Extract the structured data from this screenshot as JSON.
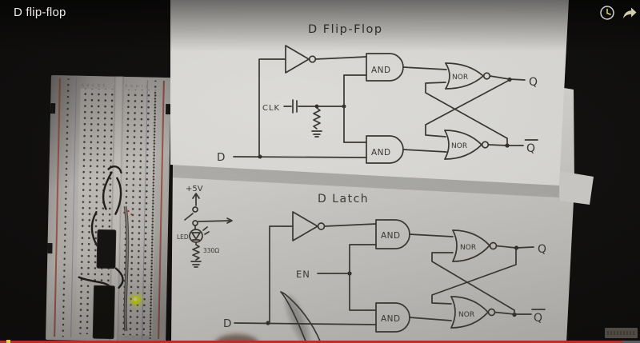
{
  "player": {
    "video_title": "D flip-flop",
    "icons": {
      "watch_later": "clock-icon",
      "share": "share-arrow-icon"
    },
    "progress": {
      "played_style": "width:97.2%",
      "played_color": "#b43328",
      "remaining_color": "#5a5e62",
      "marker_color": "#d9d53c"
    }
  },
  "flip_flop_diagram": {
    "title": "D Flip-Flop",
    "d_label": "D",
    "clk_label": "CLK",
    "and_top": "AND",
    "and_bottom": "AND",
    "nor_top": "NOR",
    "nor_bottom": "NOR",
    "q_label": "Q",
    "q_bar_label": "Q"
  },
  "latch_diagram": {
    "title": "D Latch",
    "d_label": "D",
    "en_label": "EN",
    "and_top": "AND",
    "and_bottom": "AND",
    "nor_top": "NOR",
    "nor_bottom": "NOR",
    "q_label": "Q",
    "q_bar_label": "Q",
    "power_circuit": {
      "supply": "+5V",
      "led": "LED",
      "resistor": "330Ω"
    }
  },
  "breadboard": {
    "left_columns": "ABCDE",
    "right_columns": "FGHIJ"
  }
}
